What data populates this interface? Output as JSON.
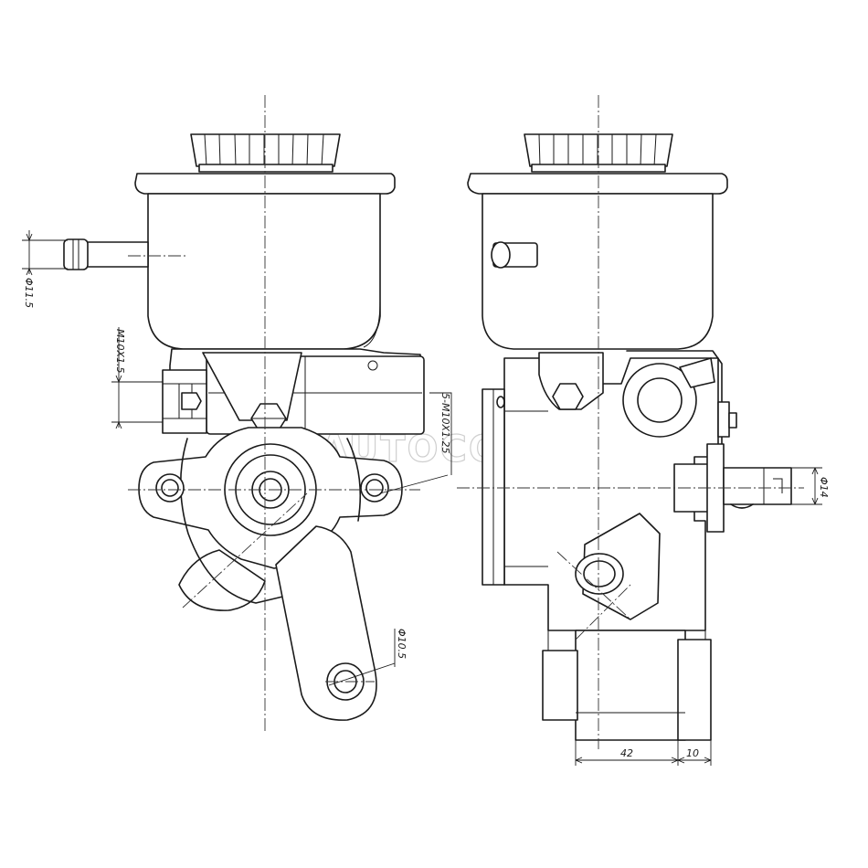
{
  "watermark": {
    "text": "AUTOCOMPAS"
  },
  "dimensions": {
    "inlet_hose_diameter": "Φ11.5",
    "fitting_thread": "M10X1.5",
    "mount_holes": "5-M10X1.25",
    "pivot_hole_diameter": "Φ10.5",
    "pulley_shaft_diameter": "Φ14",
    "shaft_offset": "42",
    "flange_width": "10"
  },
  "colors": {
    "line": "#1a1a1a",
    "background": "#ffffff",
    "watermark": "#cfcfcf"
  }
}
